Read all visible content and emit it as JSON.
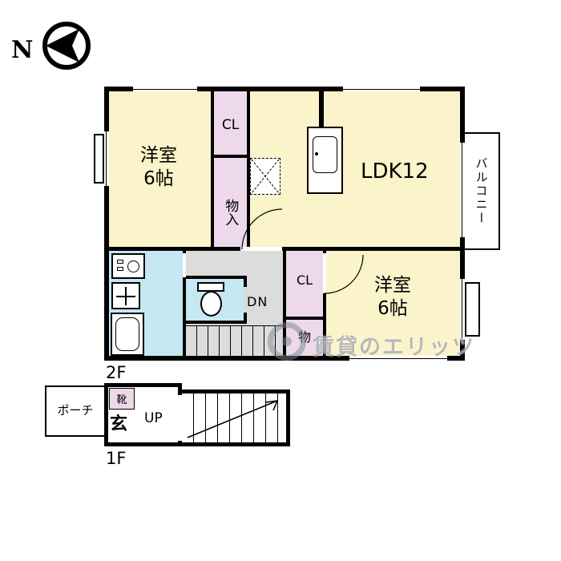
{
  "compass": {
    "north_label": "N"
  },
  "floor2": {
    "floor_label": "2F",
    "western_room_top": {
      "name": "洋室",
      "size": "6帖"
    },
    "closet_top": {
      "label": "CL"
    },
    "storage_closet": {
      "label": "物入"
    },
    "ldk": {
      "label": "LDK12"
    },
    "balcony": {
      "label": "バルコニー"
    },
    "western_room_bottom": {
      "name": "洋室",
      "size": "6帖"
    },
    "closet_mid": {
      "label": "CL"
    },
    "storage_small": {
      "label": "物"
    },
    "stairs": {
      "label": "DN"
    }
  },
  "floor1": {
    "floor_label": "1F",
    "porch": {
      "label": "ポーチ"
    },
    "entrance": {
      "label": "玄"
    },
    "shoe_cabinet": {
      "label": "靴"
    },
    "stairs": {
      "label": "UP"
    }
  },
  "watermark": {
    "text": "賃貸のエリッツ"
  },
  "colors": {
    "room_cream": "#FBF3C9",
    "closet_pink": "#EDD9E9",
    "wet_cyan": "#C5E8F2",
    "hall_gray": "#DCDCDC",
    "wall_black": "#000000"
  }
}
